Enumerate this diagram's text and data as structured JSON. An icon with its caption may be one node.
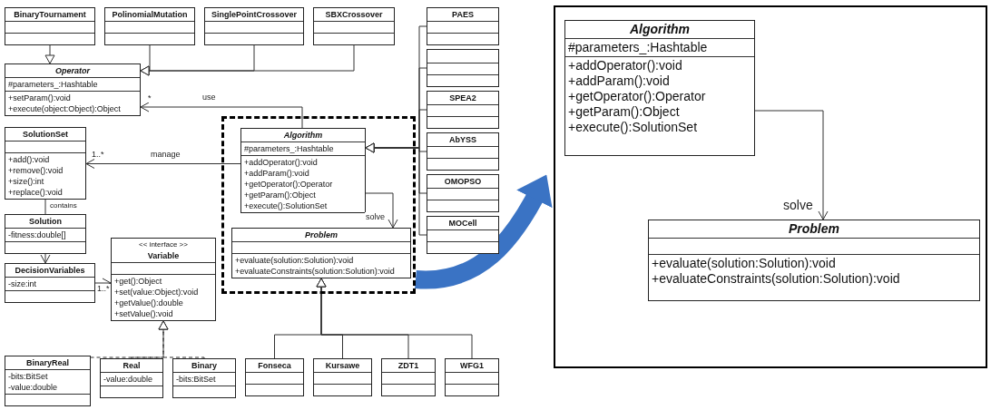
{
  "diagram": {
    "nodes": [
      {
        "text": [
          "BinaryTournament"
        ]
      },
      {
        "text": [
          "PolinomialMutation"
        ]
      },
      {
        "text": [
          "SinglePointCrossover"
        ]
      },
      {
        "text": [
          "SBXCrossover"
        ]
      },
      {
        "text": [
          "PAES"
        ]
      },
      {
        "text": [],
        "shape": "box"
      },
      {
        "text": [
          "Operator",
          "#parameters_:Hashtable",
          "+setParam():void",
          "+execute(object:Object):Object"
        ]
      },
      {
        "text": [
          "SolutionSet",
          "+add():void",
          "+remove():void",
          "+size():int",
          "+replace():void"
        ]
      },
      {
        "text": [],
        "shape": "box"
      },
      {
        "text": [
          "Algorithm",
          "#parameters_:Hashtable",
          "+addOperator():void",
          "+addParam():void",
          "+getOperator():Operator",
          "+getParam():Object",
          "+execute():SolutionSet"
        ],
        "in": 8
      },
      {
        "text": [
          "SPEA2"
        ]
      },
      {
        "text": [
          "AbYSS"
        ]
      },
      {
        "text": [
          "Solution",
          "-fitness:double[]"
        ]
      },
      {
        "text": [
          "<< interface >>",
          "Variable",
          "+get():Object",
          "+set(value:Object):void",
          "+getValue():double",
          "+setValue():void"
        ]
      },
      {
        "text": [
          "Problem",
          "+evaluate(solution:Solution):void",
          "+evaluateConstraints(solution:Solution):void"
        ],
        "in": 8
      },
      {
        "text": [
          "OMOPSO"
        ]
      },
      {
        "text": [
          "MOCell"
        ]
      },
      {
        "text": [
          "DecisionVariables",
          "-size:int"
        ]
      },
      {
        "text": [
          "BinaryReal",
          "-bits:BitSet",
          "-value:double"
        ]
      },
      {
        "text": [
          "Real",
          "-value:double"
        ]
      },
      {
        "text": [
          "Binary",
          "-bits:BitSet"
        ]
      },
      {
        "text": [
          "Fonseca"
        ]
      },
      {
        "text": [
          "Kursawe"
        ]
      },
      {
        "text": [
          "ZDT1"
        ]
      },
      {
        "text": [
          "WFG1"
        ]
      },
      {
        "text": [],
        "shape": "box"
      },
      {
        "text": [
          "Algorithm",
          "#parameters_:Hashtable",
          "+addOperator():void",
          "+addParam():void",
          "+getOperator():Operator",
          "+getParam():Object",
          "+execute():SolutionSet"
        ],
        "in": 25
      },
      {
        "text": [
          "Problem",
          "+evaluate(solution:Solution):void",
          "+evaluateConstraints(solution:Solution):void"
        ],
        "in": 25
      }
    ],
    "edges": [
      {
        "from": 0,
        "to": 6,
        "arrow": "to"
      },
      {
        "from": 1,
        "to": 6,
        "arrow": "to"
      },
      {
        "from": 2,
        "to": 6,
        "arrow": "to"
      },
      {
        "from": 3,
        "to": 6,
        "arrow": "to"
      },
      {
        "from": 9,
        "to": 6,
        "arrow": "to",
        "label": "use"
      },
      {
        "from": 9,
        "to": 7,
        "arrow": "to",
        "label": "manage"
      },
      {
        "from": 4,
        "to": 9,
        "arrow": "to"
      },
      {
        "from": 5,
        "to": 9,
        "arrow": "to"
      },
      {
        "from": 10,
        "to": 9,
        "arrow": "to"
      },
      {
        "from": 11,
        "to": 9,
        "arrow": "to"
      },
      {
        "from": 15,
        "to": 9,
        "arrow": "to"
      },
      {
        "from": 16,
        "to": 9,
        "arrow": "to"
      },
      {
        "from": 9,
        "to": 14,
        "arrow": "to",
        "label": "solve"
      },
      {
        "from": 7,
        "to": 12,
        "arrow": "none",
        "label": "contains"
      },
      {
        "from": 12,
        "to": 17,
        "arrow": "to"
      },
      {
        "from": 17,
        "to": 13,
        "arrow": "to"
      },
      {
        "from": 18,
        "to": 13,
        "arrow": "to",
        "style": "dashed"
      },
      {
        "from": 19,
        "to": 13,
        "arrow": "to",
        "style": "dashed"
      },
      {
        "from": 20,
        "to": 13,
        "arrow": "to",
        "style": "dashed"
      },
      {
        "from": 21,
        "to": 14,
        "arrow": "to"
      },
      {
        "from": 22,
        "to": 14,
        "arrow": "to"
      },
      {
        "from": 23,
        "to": 14,
        "arrow": "to"
      },
      {
        "from": 24,
        "to": 14,
        "arrow": "to"
      },
      {
        "from": 8,
        "to": 25,
        "arrow": "to",
        "style": "thick",
        "color": "#3a73c4"
      },
      {
        "from": 26,
        "to": 27,
        "arrow": "to",
        "label": "solve"
      }
    ],
    "labels": [
      "*",
      "1..*",
      "1..*"
    ]
  }
}
